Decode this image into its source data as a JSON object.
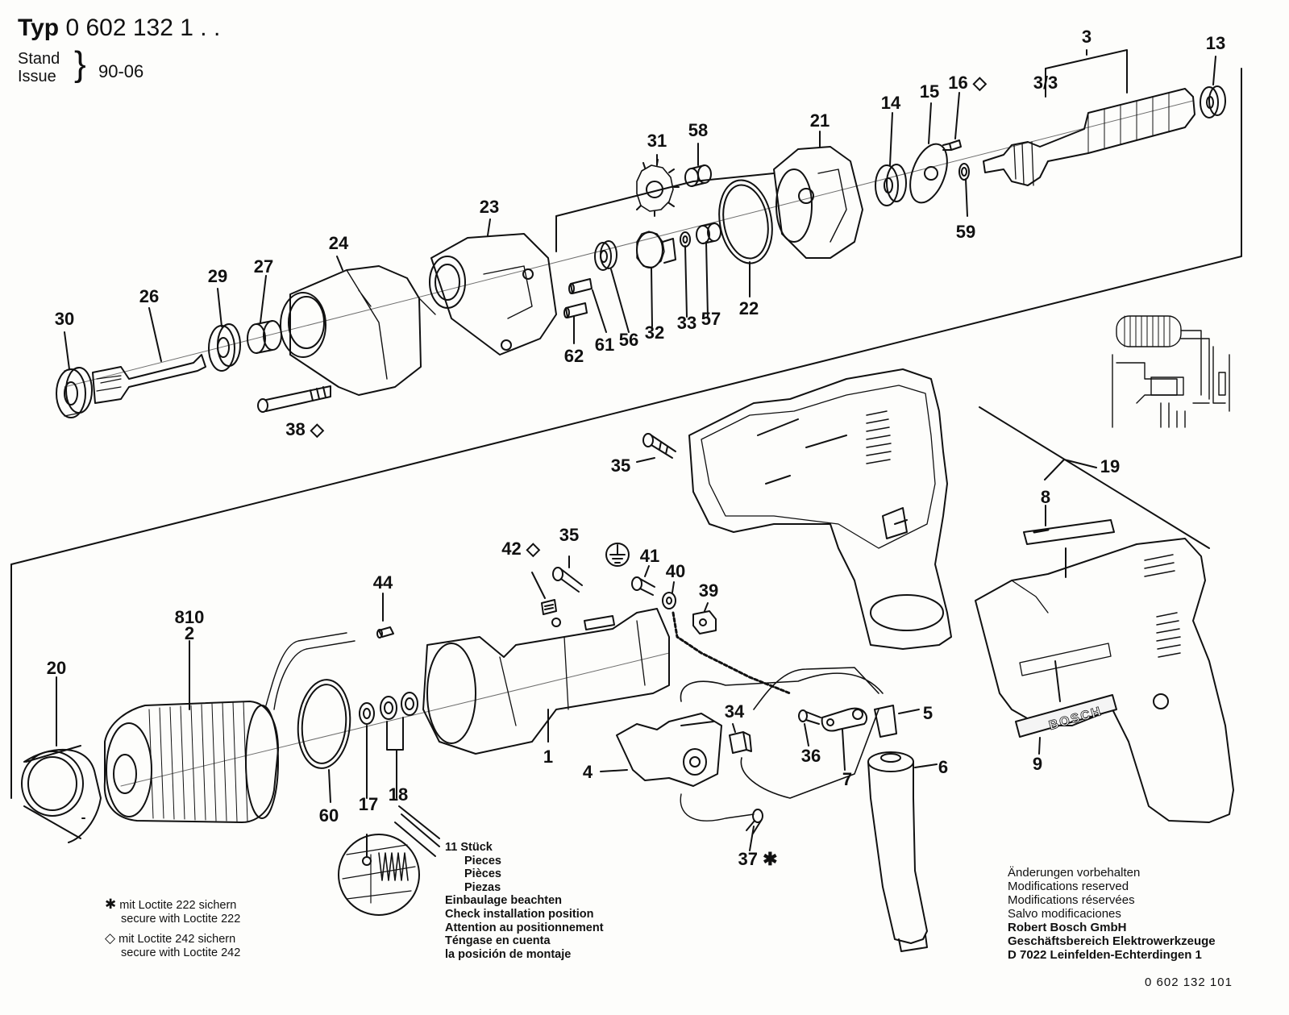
{
  "header": {
    "typ_label": "Typ",
    "typ_number_bold": "0 602 132",
    "typ_suffix": "1 . .",
    "stand_label": "Stand",
    "issue_label": "Issue",
    "brace": "}",
    "issue_value": "90-06"
  },
  "callouts": [
    "3",
    "3/3",
    "13",
    "14",
    "15",
    "16 ◇",
    "59",
    "21",
    "31",
    "58",
    "23",
    "32",
    "33",
    "57",
    "22",
    "24",
    "26",
    "29",
    "27",
    "30",
    "56",
    "61",
    "62",
    "38 ◇",
    "35",
    "19",
    "8",
    "9",
    "42 ◇",
    "35",
    "41",
    "40",
    "39",
    "44",
    "810",
    "2",
    "20",
    "60",
    "17",
    "18",
    "1",
    "4",
    "34",
    "36",
    "7",
    "5",
    "6",
    "37 ✱"
  ],
  "notes": {
    "loctite222_de": "mit Loctite 222 sichern",
    "loctite222_en": "secure with Loctite 222",
    "loctite242_de": "mit Loctite 242 sichern",
    "loctite242_en": "secure with Loctite 242",
    "pieces": [
      "11 Stück",
      "Pieces",
      "Pièces",
      "Piezas"
    ],
    "install": [
      "Einbaulage beachten",
      "Check installation position",
      "Attention au positionnement",
      "Téngase en cuenta",
      "la posición de montaje"
    ],
    "mods": [
      "Änderungen vorbehalten",
      "Modifications reserved",
      "Modifications réservées",
      "Salvo modificaciones"
    ],
    "company": [
      "Robert Bosch GmbH",
      "Geschäftsbereich Elektrowerkzeuge",
      "D 7022 Leinfelden-Echterdingen 1"
    ],
    "star_symbol": "✱",
    "diamond_symbol": "◇"
  },
  "brand_plate": "BOSCH",
  "doc_number": "0 602 132 101"
}
